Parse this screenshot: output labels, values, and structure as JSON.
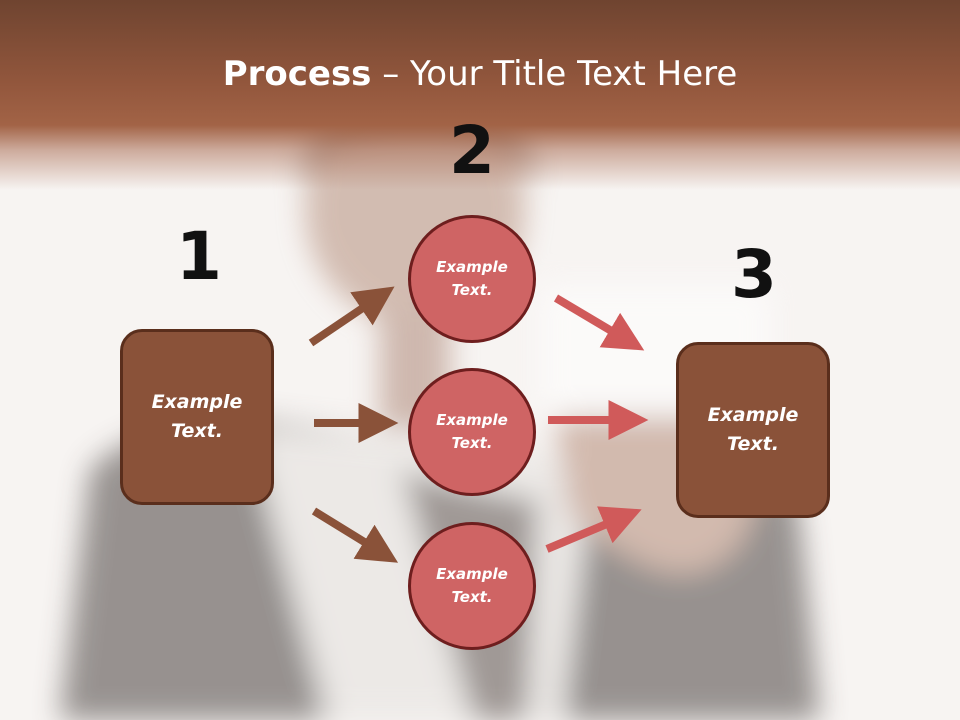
{
  "title": {
    "bold": "Process",
    "rest": " – Your Title Text Here"
  },
  "steps": [
    {
      "number": "1",
      "box_text": "Example Text."
    },
    {
      "number": "2",
      "circles": [
        "Example Text.",
        "Example Text.",
        "Example Text."
      ]
    },
    {
      "number": "3",
      "box_text": "Example Text."
    }
  ],
  "colors": {
    "header": "#93573d",
    "box_fill": "#8a5239",
    "box_border": "#5a2e1c",
    "circle_fill": "#cf6464",
    "circle_border": "#6e1e1e",
    "brown_arrow": "#8a5239",
    "red_arrow": "#d05a5a"
  }
}
